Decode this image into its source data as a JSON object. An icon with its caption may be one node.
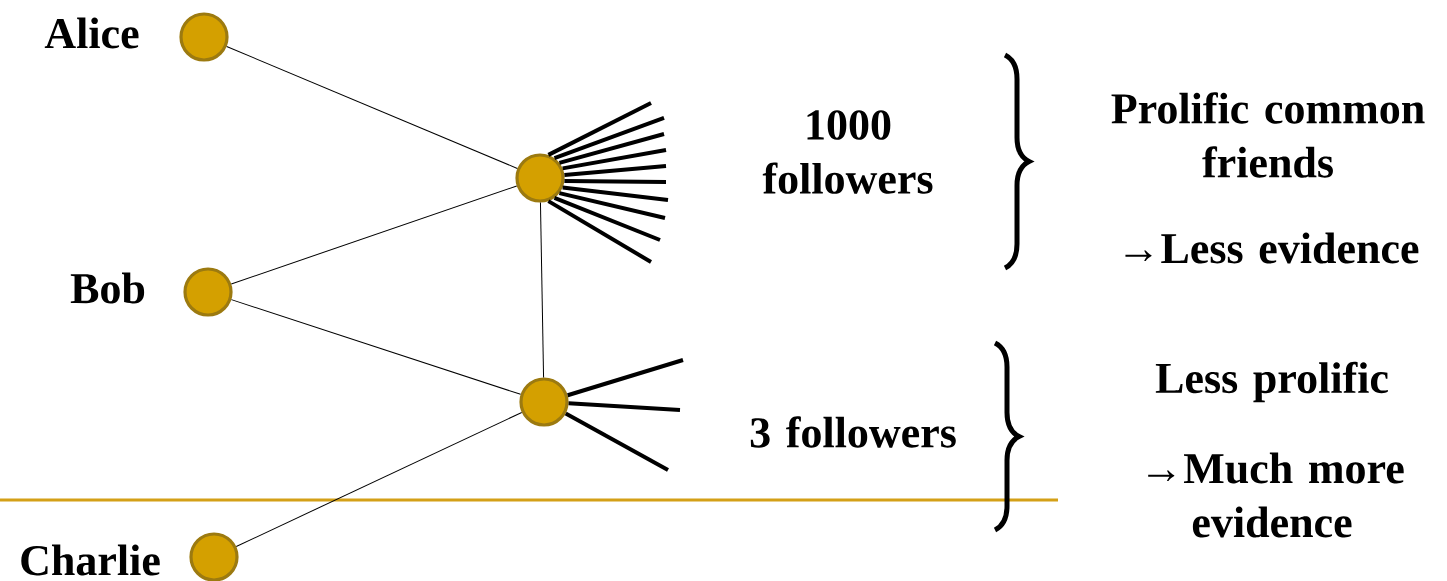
{
  "diagram": {
    "nodes": [
      {
        "text": [],
        "shape": "circle",
        "beside": [
          "Alice"
        ]
      },
      {
        "text": [],
        "shape": "circle",
        "beside": [
          "Bob"
        ]
      },
      {
        "text": [],
        "shape": "circle",
        "beside": [
          "Charlie"
        ]
      },
      {
        "text": [],
        "shape": "circle"
      },
      {
        "text": [],
        "shape": "circle"
      }
    ],
    "edges": [
      {
        "from": 0,
        "to": 3,
        "arrow": "none"
      },
      {
        "from": 1,
        "to": 3,
        "arrow": "none"
      },
      {
        "from": 1,
        "to": 4,
        "arrow": "none"
      },
      {
        "from": 2,
        "to": 4,
        "arrow": "none"
      },
      {
        "from": 3,
        "to": 4,
        "arrow": "none"
      },
      {
        "from": 3,
        "to": null,
        "arrow": "none"
      },
      {
        "from": 3,
        "to": null,
        "arrow": "none"
      },
      {
        "from": 3,
        "to": null,
        "arrow": "none"
      },
      {
        "from": 3,
        "to": null,
        "arrow": "none"
      },
      {
        "from": 3,
        "to": null,
        "arrow": "none"
      },
      {
        "from": 3,
        "to": null,
        "arrow": "none"
      },
      {
        "from": 3,
        "to": null,
        "arrow": "none"
      },
      {
        "from": 3,
        "to": null,
        "arrow": "none"
      },
      {
        "from": 3,
        "to": null,
        "arrow": "none"
      },
      {
        "from": 3,
        "to": null,
        "arrow": "none"
      },
      {
        "from": 4,
        "to": null,
        "arrow": "none"
      },
      {
        "from": 4,
        "to": null,
        "arrow": "none"
      },
      {
        "from": 4,
        "to": null,
        "arrow": "none"
      }
    ],
    "labels": [
      "1000 followers",
      "3 followers",
      "Prolific common friends",
      "→Less evidence",
      "Less prolific",
      "→Much more evidence"
    ]
  }
}
